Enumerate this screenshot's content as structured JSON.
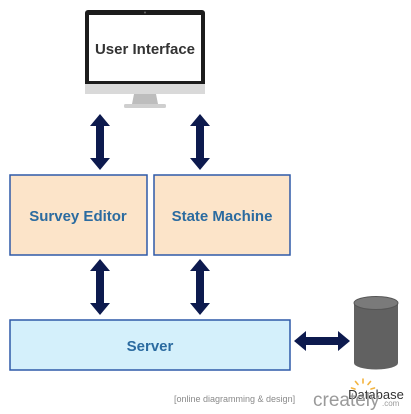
{
  "diagram": {
    "monitor": {
      "label": "User Interface"
    },
    "nodes": {
      "survey_editor": {
        "label": "Survey Editor"
      },
      "state_machine": {
        "label": "State Machine"
      },
      "server": {
        "label": "Server"
      },
      "database": {
        "label": "Database"
      }
    },
    "connectors": [
      {
        "from": "User Interface",
        "to": "Survey Editor",
        "direction": "bidirectional"
      },
      {
        "from": "User Interface",
        "to": "State Machine",
        "direction": "bidirectional"
      },
      {
        "from": "Survey Editor",
        "to": "Server",
        "direction": "bidirectional"
      },
      {
        "from": "State Machine",
        "to": "Server",
        "direction": "bidirectional"
      },
      {
        "from": "Server",
        "to": "Database",
        "direction": "bidirectional"
      }
    ]
  },
  "watermark": {
    "tagline": "[online diagramming & design]",
    "brand": "creately",
    "brand_suffix": ".com"
  },
  "colors": {
    "arrow": "#0d1a4e",
    "peach_fill": "#fce4c9",
    "light_blue_fill": "#d4f0fb",
    "box_stroke": "#2f5aa8",
    "label_text": "#2b6ba0",
    "monitor_text": "#333333",
    "database_fill": "#616161",
    "database_top": "#7a7a7a"
  }
}
